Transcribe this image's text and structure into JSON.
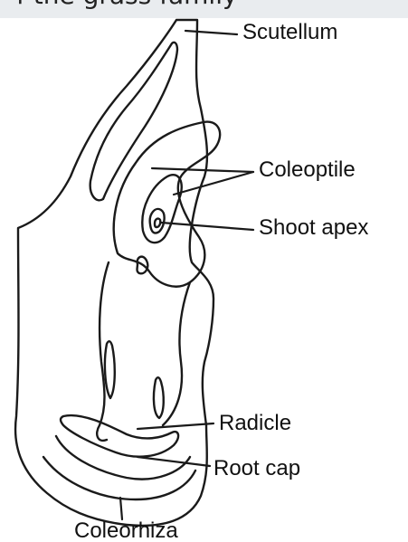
{
  "header": {
    "partial_text": "f the grass family"
  },
  "diagram": {
    "labels": {
      "scutellum": "Scutellum",
      "coleoptile": "Coleoptile",
      "shoot_apex": "Shoot apex",
      "radicle": "Radicle",
      "root_cap": "Root cap",
      "coleorhiza": "Coleorhiza"
    },
    "colors": {
      "line": "#1a1a1a",
      "background": "#ffffff",
      "top_strip": "#e9ecef"
    }
  }
}
